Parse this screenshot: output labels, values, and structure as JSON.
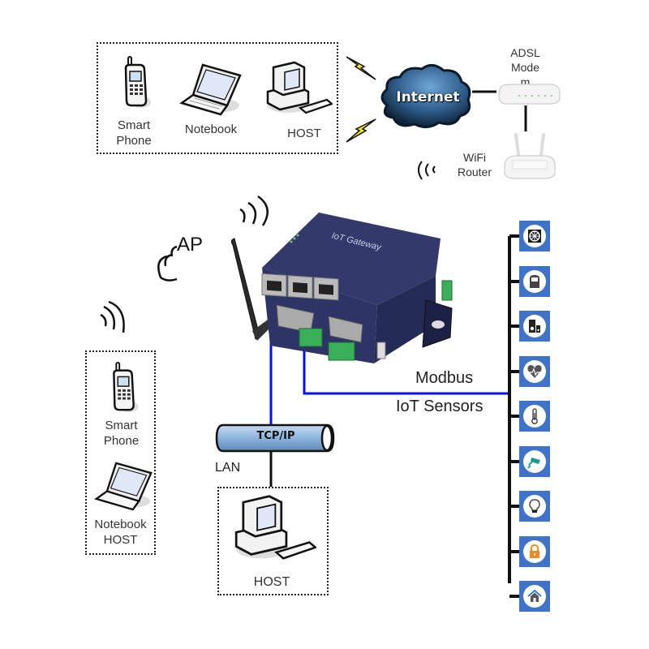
{
  "top_group": {
    "devices": [
      {
        "name": "smart-phone",
        "label": "Smart\nPhone"
      },
      {
        "name": "notebook",
        "label": "Notebook"
      },
      {
        "name": "host",
        "label": "HOST"
      }
    ]
  },
  "internet": {
    "label": "Internet"
  },
  "adsl_modem": {
    "label": "ADSL\nMode\nm"
  },
  "wifi_router": {
    "label": "WiFi\nRouter"
  },
  "gateway": {
    "label": "IoT Gateway",
    "ap_label": "AP"
  },
  "left_group": {
    "devices": [
      {
        "name": "smart-phone",
        "label": "Smart\nPhone"
      },
      {
        "name": "notebook-host",
        "label": "Notebook\nHOST"
      }
    ]
  },
  "lan": {
    "pipe_label": "TCP/IP",
    "lan_label": "LAN",
    "host_label": "HOST"
  },
  "modbus": {
    "label": "Modbus",
    "sensors_label": "IoT Sensors"
  },
  "sensors": [
    {
      "icon": "fan-icon"
    },
    {
      "icon": "meter-icon"
    },
    {
      "icon": "speaker-icon"
    },
    {
      "icon": "heart-rate-icon"
    },
    {
      "icon": "thermometer-icon"
    },
    {
      "icon": "camera-icon"
    },
    {
      "icon": "light-bulb-icon"
    },
    {
      "icon": "lock-icon"
    },
    {
      "icon": "home-icon"
    }
  ],
  "colors": {
    "sensor_bg": "#3f72c9",
    "bus_line": "#0000ff",
    "gateway_body": "#2e3566",
    "lock": "#f08a24",
    "camera": "#1a9a8a"
  }
}
